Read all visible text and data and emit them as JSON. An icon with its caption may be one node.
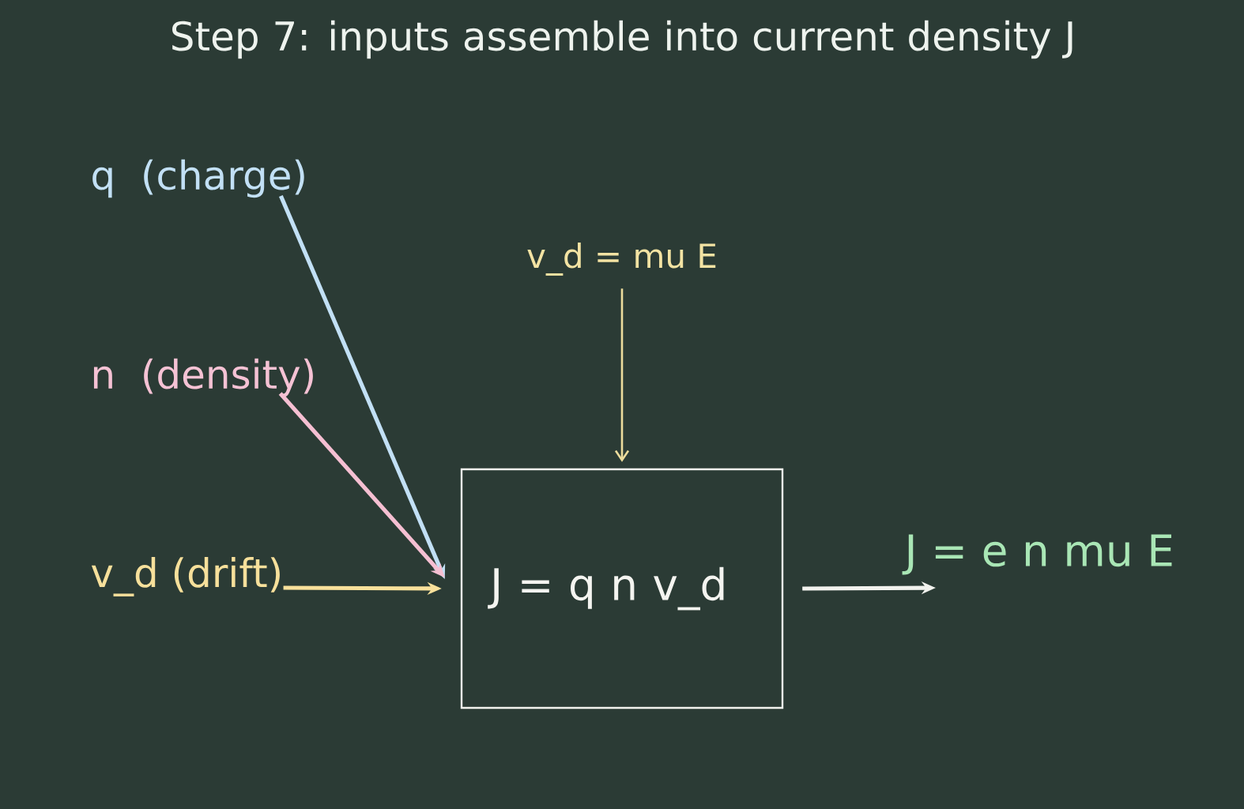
{
  "diagram": {
    "title": "Step 7: inputs assemble into current density J",
    "nodes": [
      {
        "text": [
          "q  (charge)"
        ]
      },
      {
        "text": [
          "n  (density)"
        ]
      },
      {
        "text": [
          "v_d (drift)"
        ]
      },
      {
        "text": [
          "v_d = mu E"
        ]
      },
      {
        "text": [
          "J = q n v_d"
        ]
      },
      {
        "text": [
          "J = e n mu E"
        ]
      }
    ],
    "edges": [
      {
        "from": 0,
        "to": 4,
        "arrow": "to",
        "color": "#c2e0f5"
      },
      {
        "from": 1,
        "to": 4,
        "arrow": "to",
        "color": "#f5bfd2"
      },
      {
        "from": 2,
        "to": 4,
        "arrow": "to",
        "color": "#f9e19b"
      },
      {
        "from": 3,
        "to": 4,
        "arrow": "to",
        "color": "#ecdc9c"
      },
      {
        "from": 4,
        "to": 5,
        "arrow": "to",
        "color": "#f2f2ee"
      }
    ]
  }
}
